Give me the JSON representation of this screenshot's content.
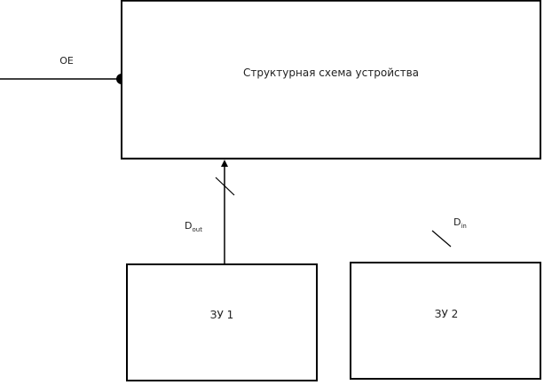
{
  "main_block": {
    "label": "Структурная схема устройства"
  },
  "oe_signal": {
    "label": "OE"
  },
  "memory_1": {
    "label": "ЗУ 1"
  },
  "memory_2": {
    "label": "ЗУ 2"
  },
  "dout_bus": {
    "base": "D",
    "sub": "out"
  },
  "din_bus": {
    "base": "D",
    "sub": "in"
  }
}
